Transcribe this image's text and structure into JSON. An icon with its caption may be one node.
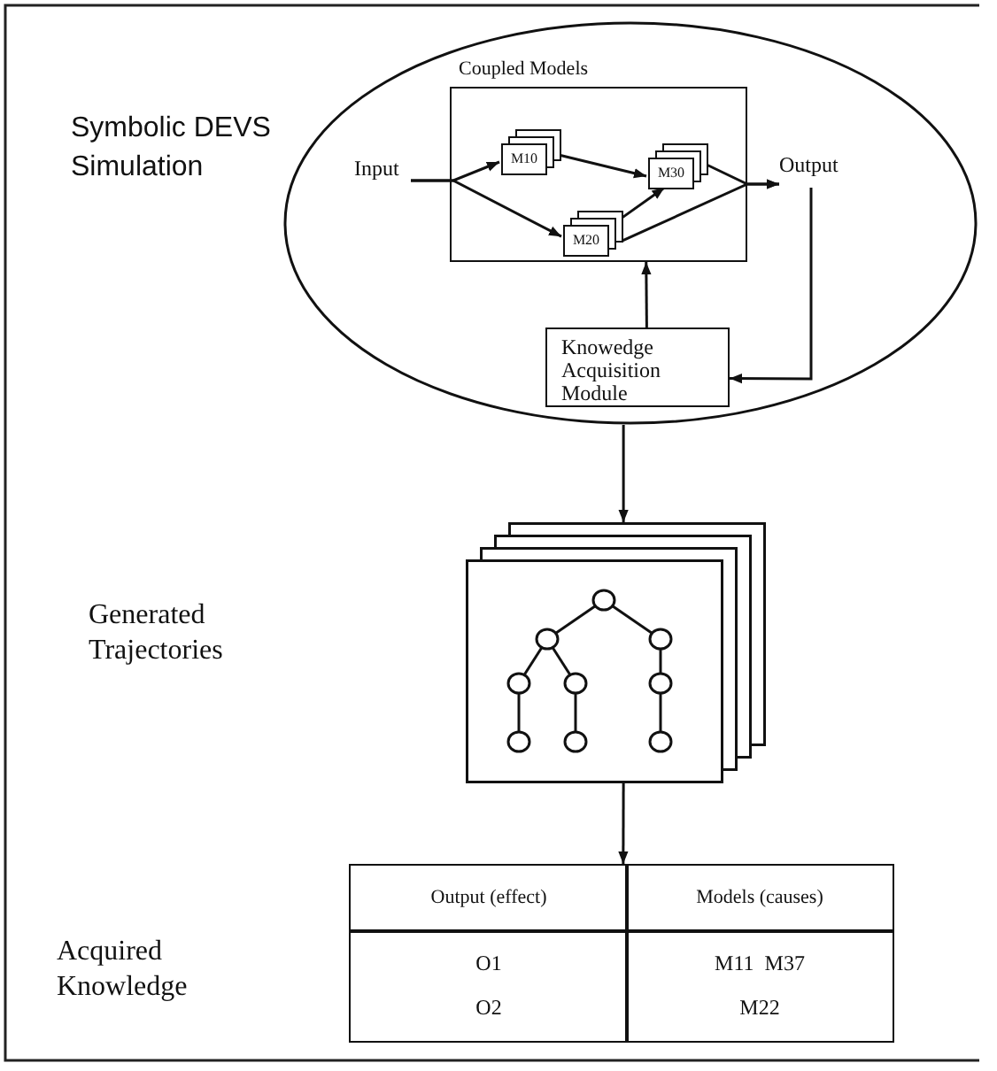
{
  "diagram": {
    "nodes": [
      {
        "text": [],
        "shape": "ellipse"
      },
      {
        "text": [
          "Coupled Models"
        ],
        "in": 0
      },
      {
        "text": [
          "Input"
        ],
        "in": 0
      },
      {
        "text": [
          "M10"
        ],
        "in": 1
      },
      {
        "text": [
          "M30"
        ],
        "in": 1
      },
      {
        "text": [
          "M20"
        ],
        "in": 1
      },
      {
        "text": [
          "Output"
        ],
        "in": 0
      },
      {
        "text": [
          "Knowedge Acquisition Module"
        ],
        "in": 0
      },
      {
        "text": [],
        "shape": "picture"
      },
      {
        "text": [],
        "shape": "box"
      }
    ],
    "edges": [
      {
        "from": 2,
        "to": 3,
        "arrow": "to"
      },
      {
        "from": 2,
        "to": 5,
        "arrow": "to"
      },
      {
        "from": 3,
        "to": 4,
        "arrow": "to"
      },
      {
        "from": 5,
        "to": 4,
        "arrow": "to"
      },
      {
        "from": 4,
        "to": 6,
        "arrow": "to"
      },
      {
        "from": 5,
        "to": 6,
        "arrow": "to"
      },
      {
        "from": 6,
        "to": 7,
        "arrow": "to"
      },
      {
        "from": 7,
        "to": 1,
        "arrow": "to"
      },
      {
        "from": 0,
        "to": 8,
        "arrow": "to"
      },
      {
        "from": 8,
        "to": 9,
        "arrow": "to"
      }
    ],
    "labels": [
      "Symbolic DEVS Simulation",
      "Generated Trajectories",
      "Acquired Knowledge",
      "Output (effect)",
      "Models (causes)",
      "O1",
      "M11  M37",
      "O2",
      "M22"
    ]
  }
}
